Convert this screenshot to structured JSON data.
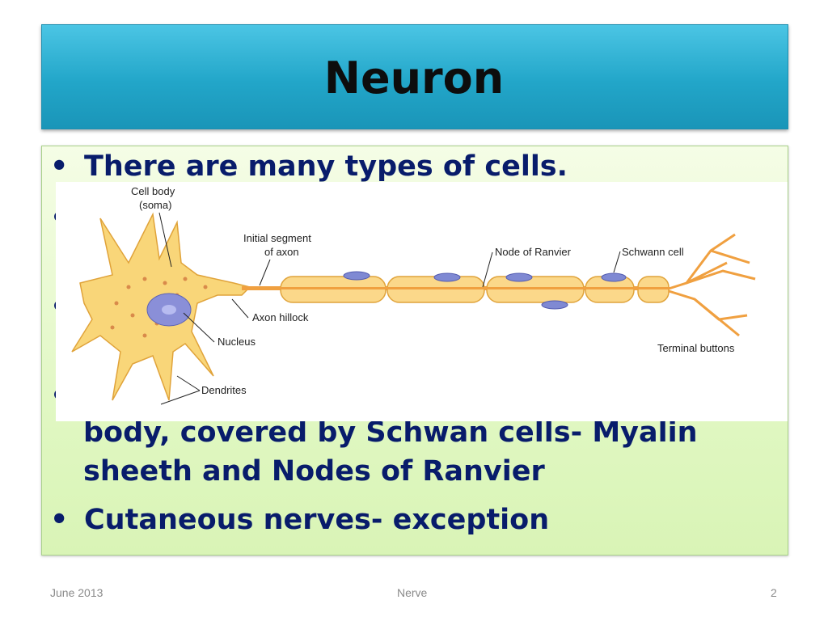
{
  "slide": {
    "title": "Neuron",
    "bullets": [
      "There are many types of cells.",
      "",
      "",
      ""
    ],
    "continuation_lines": [
      "body, covered by Schwan cells- Myalin",
      "sheeth and Nodes of Ranvier"
    ],
    "last_bullet": "Cutaneous nerves- exception",
    "bullet_glyph": "•"
  },
  "diagram": {
    "labels": {
      "cell_body": "Cell body",
      "soma": "(soma)",
      "initial_segment_1": "Initial segment",
      "initial_segment_2": "of axon",
      "node_of_ranvier": "Node of Ranvier",
      "schwann_cell": "Schwann cell",
      "axon_hillock": "Axon hillock",
      "nucleus": "Nucleus",
      "terminal_buttons": "Terminal buttons",
      "dendrites": "Dendrites"
    },
    "colors": {
      "cell_fill": "#f9d679",
      "cell_stroke": "#e0a33a",
      "axon": "#f0a040",
      "nucleus": "#8a8fd8",
      "schwann_nucleus": "#7f89d3"
    }
  },
  "footer": {
    "date": "June 2013",
    "center": "Nerve",
    "page_number": "2"
  }
}
